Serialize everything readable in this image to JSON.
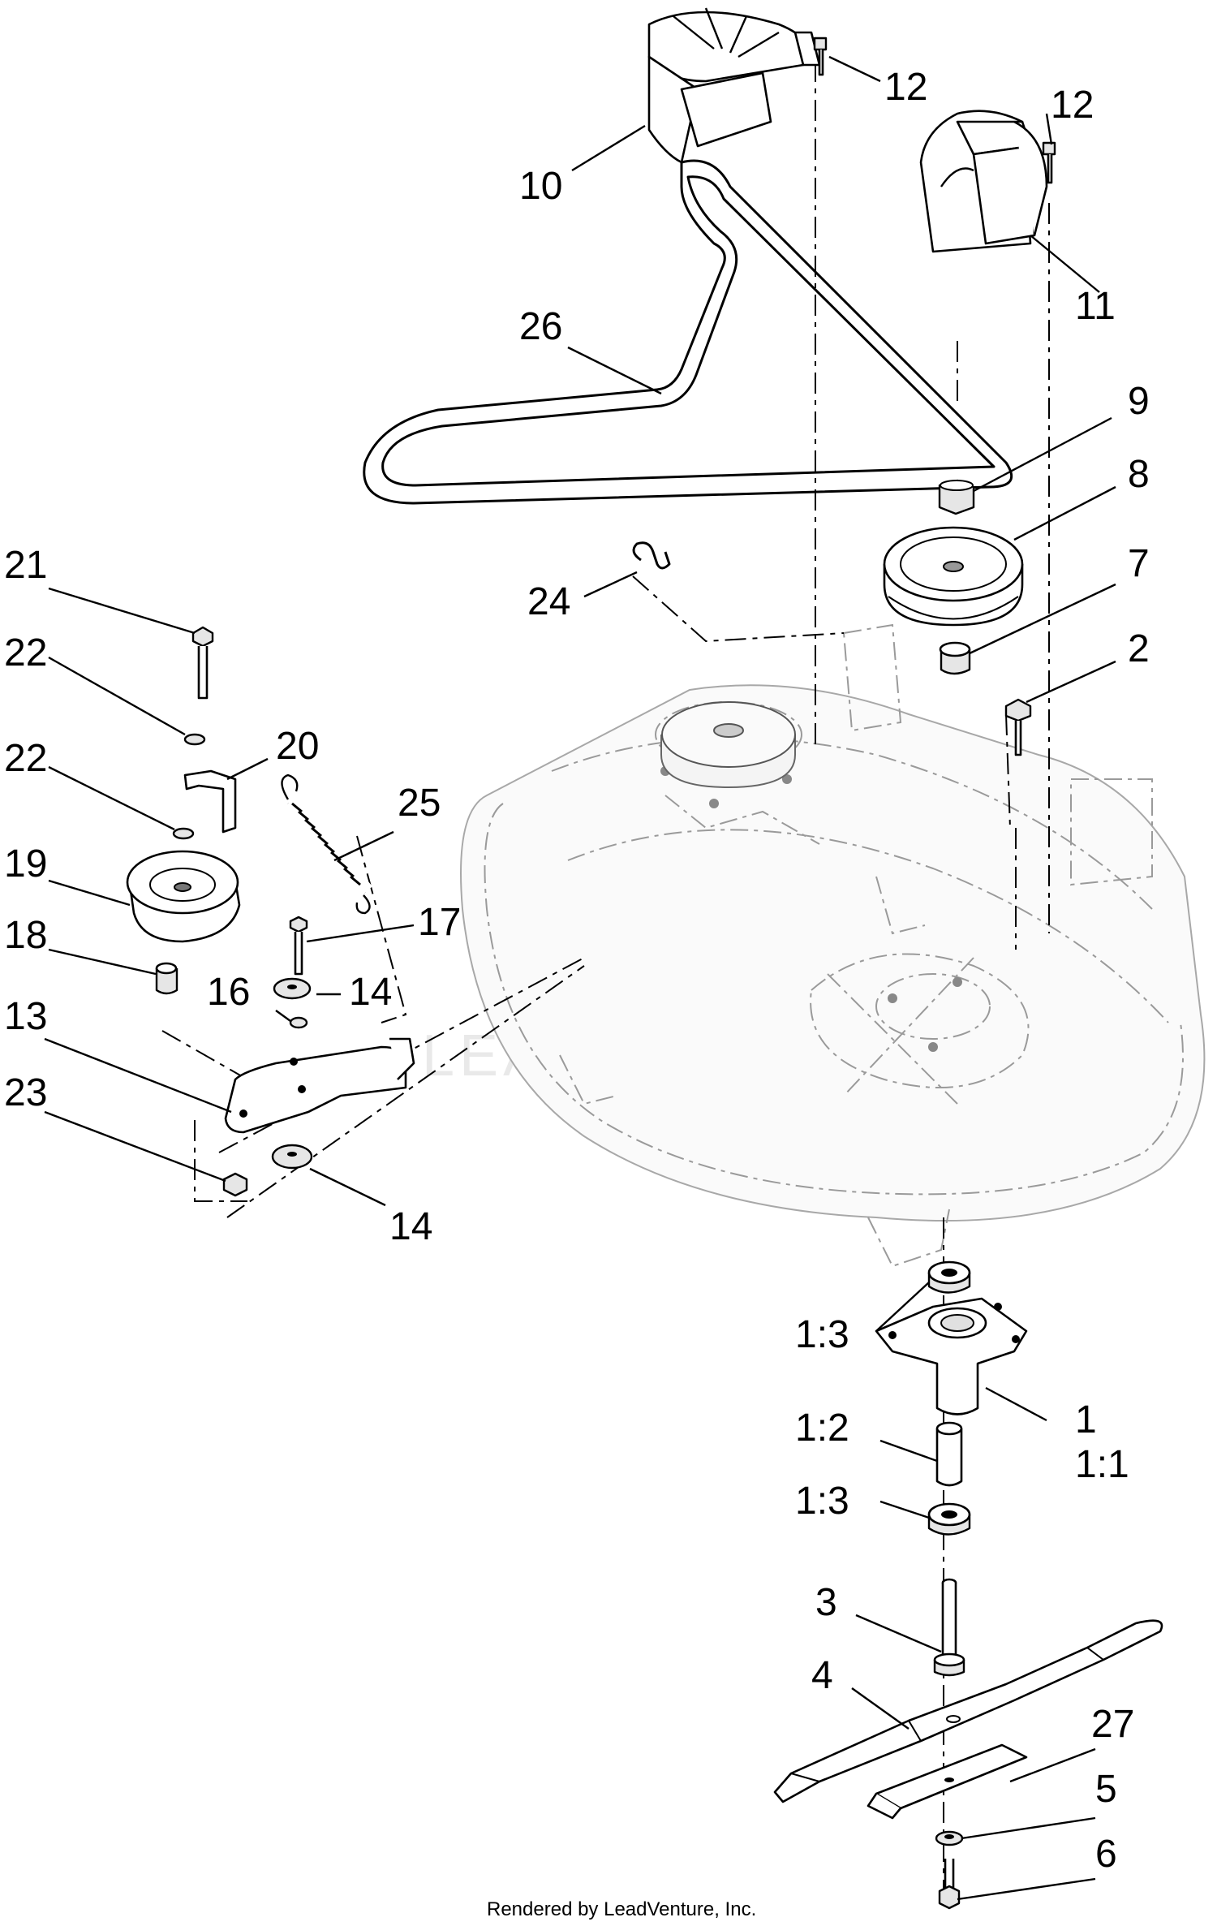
{
  "callouts": {
    "c1": "1",
    "c1_1": "1:1",
    "c1_2": "1:2",
    "c1_3a": "1:3",
    "c1_3b": "1:3",
    "c2": "2",
    "c3": "3",
    "c4": "4",
    "c5": "5",
    "c6": "6",
    "c7": "7",
    "c8": "8",
    "c9": "9",
    "c10": "10",
    "c11": "11",
    "c12a": "12",
    "c12b": "12",
    "c13": "13",
    "c14a": "14",
    "c14b": "14",
    "c16": "16",
    "c17": "17",
    "c18": "18",
    "c19": "19",
    "c20": "20",
    "c21": "21",
    "c22a": "22",
    "c22b": "22",
    "c23": "23",
    "c24": "24",
    "c25": "25",
    "c26": "26",
    "c27": "27"
  },
  "watermark": "LEADVENTURE",
  "footer": "Rendered by LeadVenture, Inc."
}
